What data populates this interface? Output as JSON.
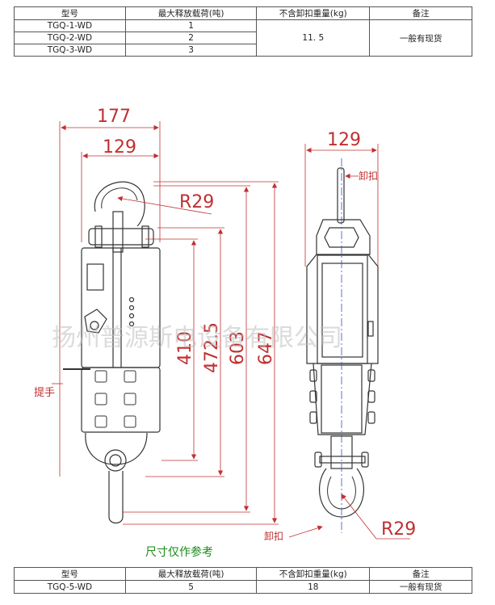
{
  "table_top": {
    "headers": [
      "型号",
      "最大释放载荷(吨)",
      "不含卸扣重量(kg)",
      "备注"
    ],
    "rows": [
      {
        "model": "TGQ-1-WD",
        "load": "1"
      },
      {
        "model": "TGQ-2-WD",
        "load": "2"
      },
      {
        "model": "TGQ-3-WD",
        "load": "3"
      }
    ],
    "weight": "11. 5",
    "remark": "一般有现货"
  },
  "table_bottom": {
    "headers": [
      "型号",
      "最大释放载荷(吨)",
      "不含卸扣重量(kg)",
      "备注"
    ],
    "row": {
      "model": "TGQ-5-WD",
      "load": "5",
      "weight": "18",
      "remark": "一般有现货"
    }
  },
  "dimensions": {
    "d177": "177",
    "d129_front": "129",
    "r29_top": "R29",
    "d410": "410",
    "d472": "472.5",
    "d603": "603",
    "d647": "647",
    "d129_side": "129",
    "r29_bottom": "R29"
  },
  "annotations": {
    "handle": "提手",
    "shackle_top": "卸扣",
    "shackle_bottom": "卸扣",
    "note": "尺寸仅作参考"
  },
  "watermark": "扬州普源斯电设备有限公司",
  "colors": {
    "dimension": "#c03030",
    "note": "#1a8a1a",
    "outline": "#333333"
  }
}
